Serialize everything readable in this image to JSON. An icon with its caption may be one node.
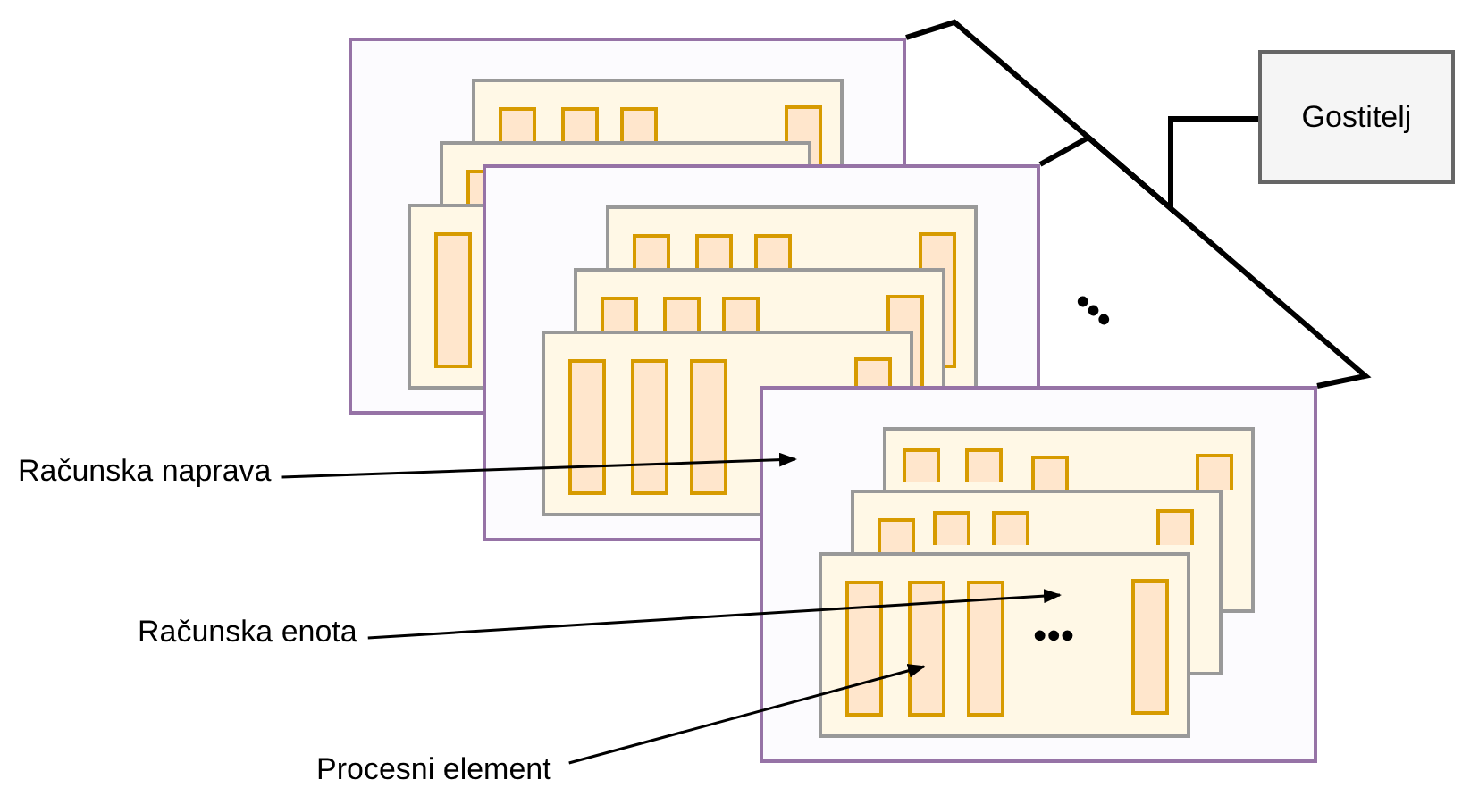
{
  "diagram": {
    "nodes": [
      {
        "text": [],
        "shape": "box"
      },
      {
        "text": [],
        "shape": "box"
      },
      {
        "text": [],
        "shape": "box"
      },
      {
        "text": [],
        "shape": "box",
        "in": 2
      },
      {
        "text": [],
        "shape": "bar"
      },
      {
        "text": [],
        "shape": "bar"
      },
      {
        "text": [],
        "shape": "bar",
        "in": 3
      },
      {
        "text": [],
        "shape": "bar",
        "in": 3
      },
      {
        "text": [],
        "shape": "box",
        "in": 2
      },
      {
        "text": [],
        "shape": "bar",
        "in": 8
      },
      {
        "text": [],
        "shape": "bar"
      },
      {
        "text": [],
        "shape": "bar"
      },
      {
        "text": [],
        "shape": "bar"
      },
      {
        "text": [],
        "shape": "box",
        "in": 2
      },
      {
        "text": [],
        "shape": "bar",
        "in": 13
      },
      {
        "text": [],
        "shape": "bar",
        "in": 13
      },
      {
        "text": [],
        "shape": "bar",
        "in": 13
      },
      {
        "text": [],
        "shape": "bar",
        "in": 13
      },
      {
        "text": [
          "Gostitelj"
        ]
      },
      {
        "text": [
          "Računska naprava"
        ]
      },
      {
        "text": [
          "Računska enota"
        ]
      },
      {
        "text": [
          "Procesni element"
        ]
      }
    ],
    "edges": [
      {
        "from": 18,
        "to": 0,
        "arrow": "none",
        "style": "thick"
      },
      {
        "from": 18,
        "to": 1,
        "arrow": "none",
        "style": "thick"
      },
      {
        "from": 18,
        "to": 2,
        "arrow": "none",
        "style": "thick"
      },
      {
        "from": 19,
        "to": 2,
        "arrow": "to"
      },
      {
        "from": 20,
        "to": 13,
        "arrow": "to"
      },
      {
        "from": 21,
        "to": 15,
        "arrow": "to"
      }
    ],
    "labels": [
      "•••",
      "•••"
    ]
  }
}
